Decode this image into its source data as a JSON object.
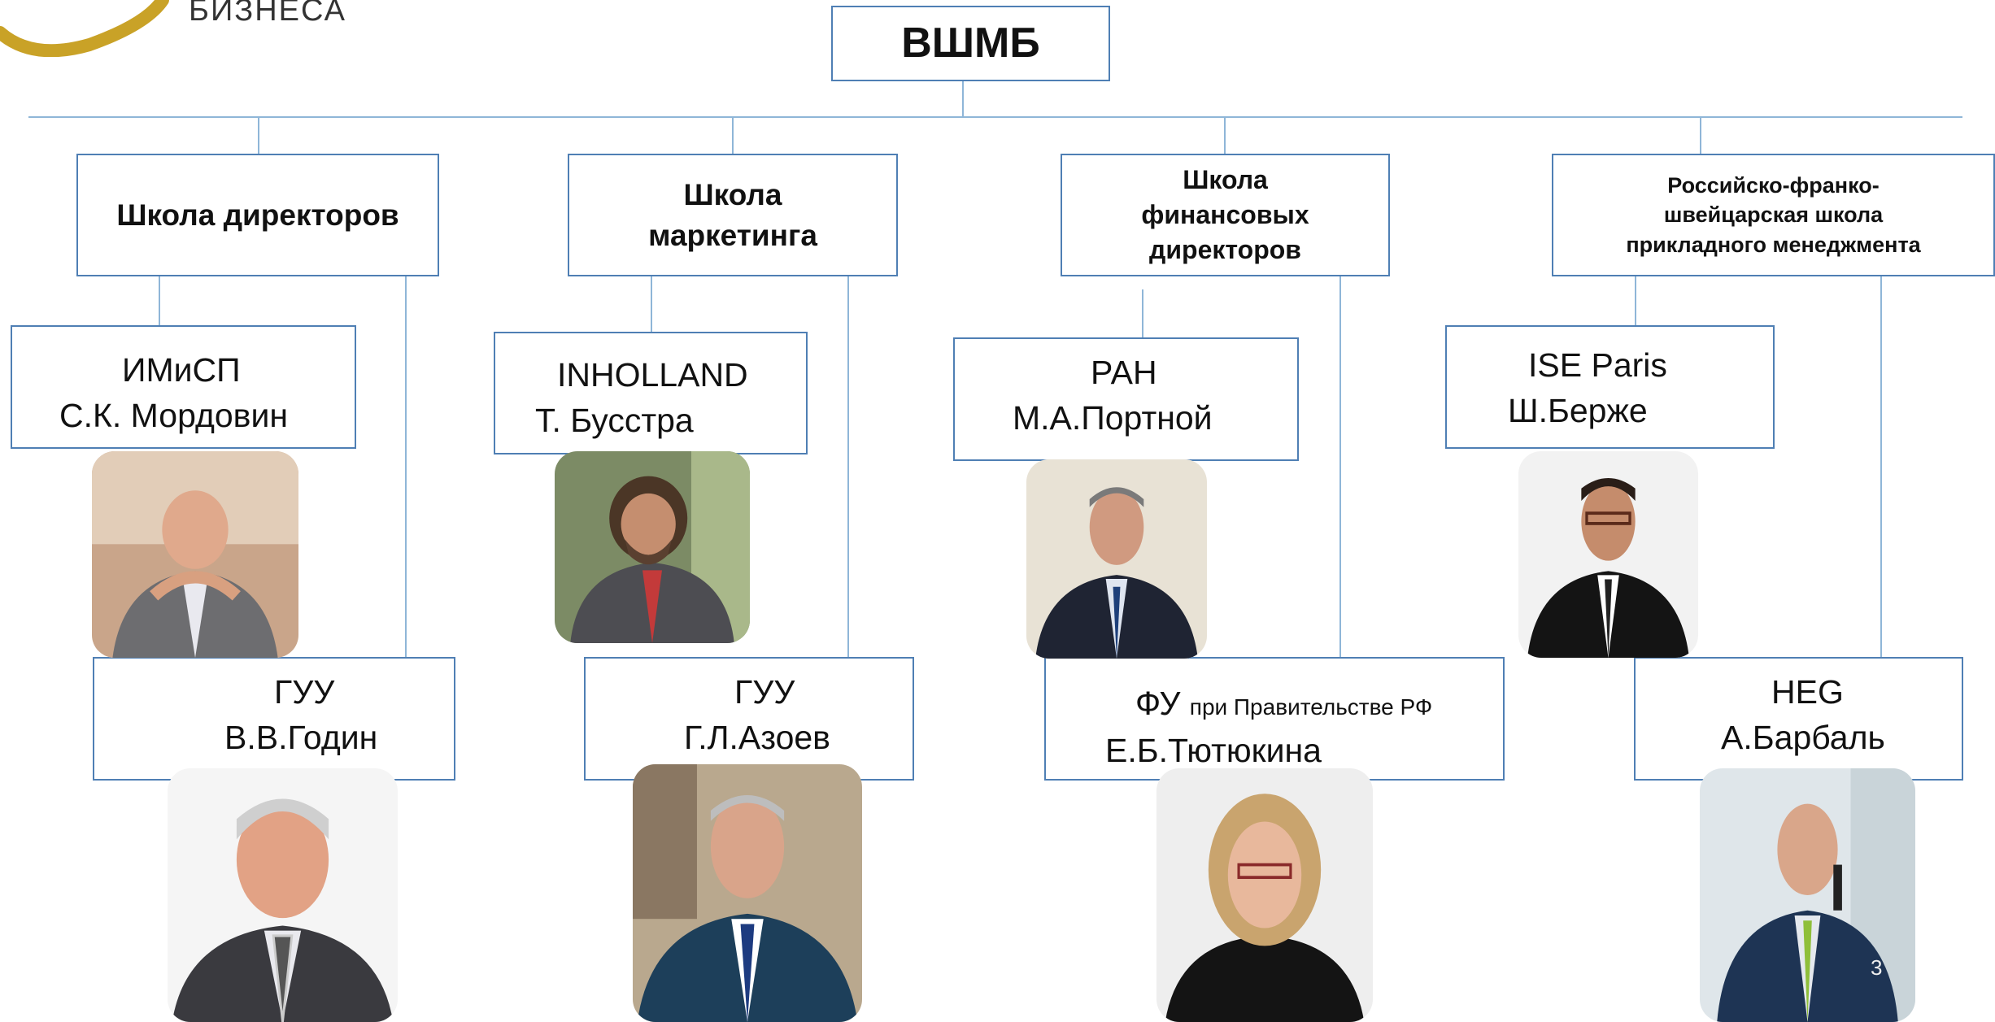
{
  "logo": {
    "text": "БИЗНЕСА"
  },
  "root": {
    "title": "ВШМБ"
  },
  "schools": [
    {
      "title": "Школа директоров",
      "partner_a": {
        "org": "ИМиСП",
        "person": "С.К. Мордовин"
      },
      "partner_b": {
        "org": "ГУУ",
        "person": "В.В.Годин"
      }
    },
    {
      "title": "Школа маркетинга",
      "partner_a": {
        "org": "INHOLLAND",
        "person": "Т. Бусстра"
      },
      "partner_b": {
        "org": "ГУУ",
        "person": "Г.Л.Азоев"
      }
    },
    {
      "title": "Школа финансовых директоров",
      "partner_a": {
        "org": "РАН",
        "person": "М.А.Портной"
      },
      "partner_b": {
        "org": "ФУ",
        "org_suffix": "при Правительстве РФ",
        "person": "Е.Б.Тютюкина"
      }
    },
    {
      "title": "Российско-франко-швейцарская школа прикладного менеджмента",
      "partner_a": {
        "org": "ISE Paris",
        "person": "Ш.Берже"
      },
      "partner_b": {
        "org": "HEG",
        "person": "А.Барбаль"
      }
    }
  ],
  "page_number": "3",
  "colors": {
    "box_border": "#4f7fb4",
    "connector": "#8fb6d8",
    "logo_gold": "#c9a227"
  }
}
